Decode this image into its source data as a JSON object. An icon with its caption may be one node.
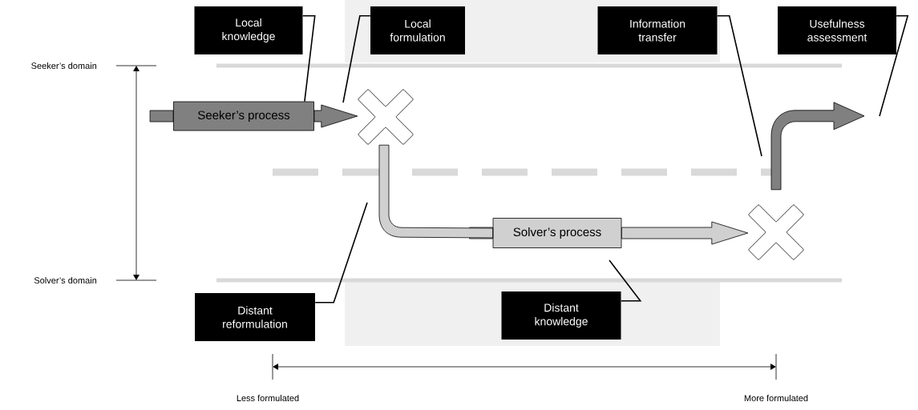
{
  "diagram": {
    "nodes": [
      {
        "text": [
          "Local knowledge"
        ]
      },
      {
        "text": [
          "Local formulation"
        ]
      },
      {
        "text": [
          "Information transfer"
        ]
      },
      {
        "text": [
          "Usefulness assessment"
        ]
      },
      {
        "text": [
          "Seeker’s process"
        ]
      },
      {
        "text": [],
        "shape": "cross"
      },
      {
        "text": [
          "Solver’s process"
        ]
      },
      {
        "text": [],
        "shape": "cross"
      },
      {
        "text": [
          "Distant reformulation"
        ]
      },
      {
        "text": [
          "Distant knowledge"
        ]
      }
    ],
    "edges": [
      {
        "from": 4,
        "to": 5,
        "arrow": "to",
        "color": "#808080"
      },
      {
        "from": 5,
        "to": 6,
        "arrow": "none",
        "color": "#d0d0d0"
      },
      {
        "from": 6,
        "to": 7,
        "arrow": "to",
        "color": "#d0d0d0"
      },
      {
        "from": 7,
        "to": null,
        "arrow": "to",
        "color": "#808080"
      },
      {
        "from": 0,
        "to": 4,
        "arrow": "none"
      },
      {
        "from": 1,
        "to": null,
        "arrow": "none"
      },
      {
        "from": 2,
        "to": null,
        "arrow": "none"
      },
      {
        "from": 3,
        "to": null,
        "arrow": "none"
      },
      {
        "from": 8,
        "to": null,
        "arrow": "none"
      },
      {
        "from": 9,
        "to": null,
        "arrow": "none"
      }
    ],
    "labels": [
      "Seeker’s domain",
      "Solver’s domain",
      "Less formulated",
      "More formulated"
    ]
  }
}
